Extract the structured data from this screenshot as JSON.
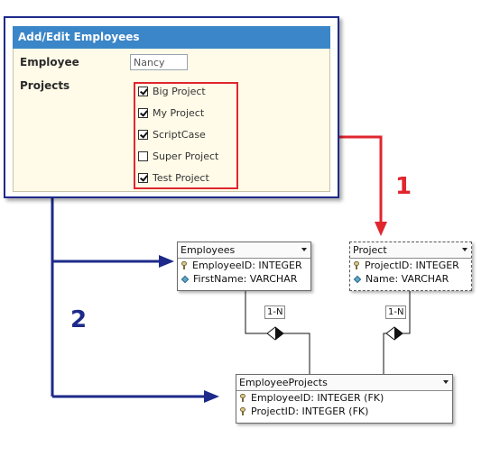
{
  "form": {
    "title": "Add/Edit Employees",
    "employee_label": "Employee",
    "employee_value": "Nancy",
    "projects_label": "Projects",
    "projects": [
      {
        "label": "Big Project",
        "checked": true
      },
      {
        "label": "My Project",
        "checked": true
      },
      {
        "label": "ScriptCase",
        "checked": true
      },
      {
        "label": "Super Project",
        "checked": false
      },
      {
        "label": "Test Project",
        "checked": true
      }
    ]
  },
  "tables": {
    "employees": {
      "name": "Employees",
      "fields": [
        {
          "text": "EmployeeID: INTEGER",
          "icon": "key-icon"
        },
        {
          "text": "FirstName: VARCHAR",
          "icon": "diamond-icon"
        }
      ]
    },
    "project": {
      "name": "Project",
      "fields": [
        {
          "text": "ProjectID: INTEGER",
          "icon": "key-icon"
        },
        {
          "text": "Name: VARCHAR",
          "icon": "diamond-icon"
        }
      ]
    },
    "employee_projects": {
      "name": "EmployeeProjects",
      "fields": [
        {
          "text": "EmployeeID: INTEGER (FK)",
          "icon": "key-icon"
        },
        {
          "text": "ProjectID: INTEGER (FK)",
          "icon": "key-icon"
        }
      ]
    }
  },
  "relations": {
    "left": "1-N",
    "right": "1-N"
  },
  "callouts": {
    "one": "1",
    "two": "2"
  },
  "colors": {
    "red": "#e0262e",
    "navy": "#1d2a8a",
    "title_blue": "#3a86c8"
  }
}
